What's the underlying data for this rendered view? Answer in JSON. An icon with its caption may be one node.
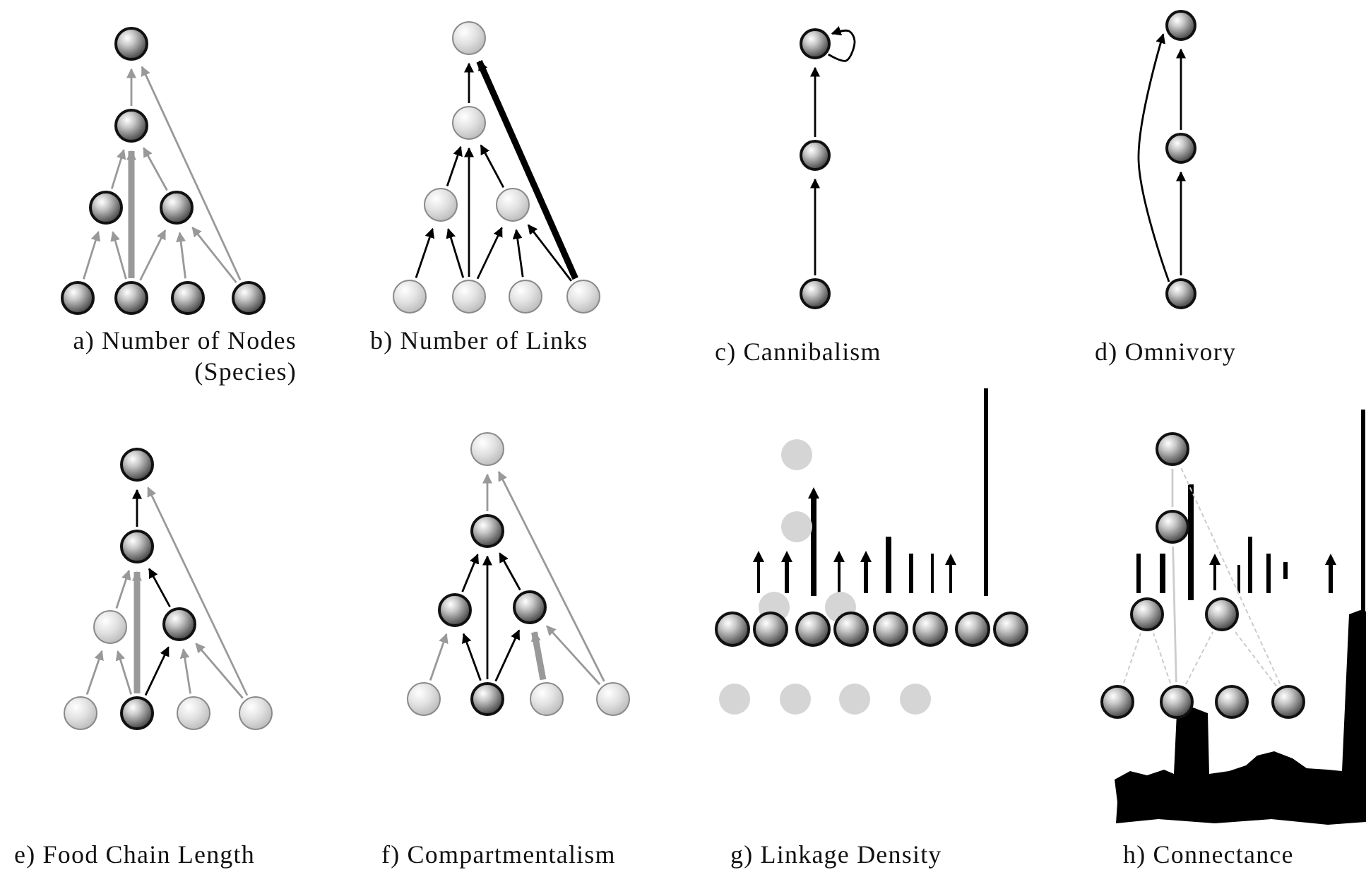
{
  "diagram": {
    "nodes": [
      {
        "text": [],
        "shape": "circle"
      },
      {
        "text": [],
        "shape": "circle"
      },
      {
        "text": [],
        "shape": "circle"
      },
      {
        "text": [],
        "shape": "circle"
      },
      {
        "text": [],
        "shape": "circle"
      },
      {
        "text": [],
        "shape": "circle"
      },
      {
        "text": [],
        "shape": "circle"
      },
      {
        "text": [],
        "shape": "circle"
      },
      {
        "text": [],
        "shape": "circle"
      },
      {
        "text": [],
        "shape": "circle"
      },
      {
        "text": [],
        "shape": "circle"
      },
      {
        "text": [],
        "shape": "circle"
      },
      {
        "text": [],
        "shape": "circle"
      },
      {
        "text": [],
        "shape": "circle"
      },
      {
        "text": [],
        "shape": "circle"
      },
      {
        "text": [],
        "shape": "circle"
      },
      {
        "text": [],
        "shape": "circle"
      },
      {
        "text": [],
        "shape": "circle"
      },
      {
        "text": [],
        "shape": "circle"
      },
      {
        "text": [],
        "shape": "circle"
      },
      {
        "text": [],
        "shape": "circle"
      },
      {
        "text": [],
        "shape": "circle"
      },
      {
        "text": [],
        "shape": "circle"
      },
      {
        "text": [],
        "shape": "circle"
      },
      {
        "text": [],
        "shape": "circle"
      },
      {
        "text": [],
        "shape": "circle"
      },
      {
        "text": [],
        "shape": "circle"
      },
      {
        "text": [],
        "shape": "circle"
      },
      {
        "text": [],
        "shape": "circle"
      },
      {
        "text": [],
        "shape": "circle"
      },
      {
        "text": [],
        "shape": "circle"
      },
      {
        "text": [],
        "shape": "circle"
      },
      {
        "text": [],
        "shape": "circle"
      },
      {
        "text": [],
        "shape": "circle"
      },
      {
        "text": [],
        "shape": "circle"
      },
      {
        "text": [],
        "shape": "circle"
      },
      {
        "text": [],
        "shape": "circle"
      },
      {
        "text": [],
        "shape": "circle"
      },
      {
        "text": [],
        "shape": "circle"
      },
      {
        "text": [],
        "shape": "circle"
      },
      {
        "text": [],
        "shape": "circle"
      },
      {
        "text": [],
        "shape": "circle"
      },
      {
        "text": [],
        "shape": "circle"
      },
      {
        "text": [],
        "shape": "circle"
      },
      {
        "text": [],
        "shape": "circle"
      },
      {
        "text": [],
        "shape": "circle"
      },
      {
        "text": [],
        "shape": "circle"
      },
      {
        "text": [],
        "shape": "circle"
      },
      {
        "text": [],
        "shape": "circle"
      },
      {
        "text": [],
        "shape": "circle"
      },
      {
        "text": [],
        "shape": "circle"
      },
      {
        "text": [],
        "shape": "circle"
      },
      {
        "text": [],
        "shape": "circle"
      },
      {
        "text": [],
        "shape": "circle"
      },
      {
        "text": [],
        "shape": "circle"
      },
      {
        "text": [],
        "shape": "circle"
      },
      {
        "text": [],
        "shape": "circle"
      },
      {
        "text": [],
        "shape": "circle"
      },
      {
        "text": [],
        "shape": "circle"
      },
      {
        "text": [],
        "shape": "circle"
      },
      {
        "text": [],
        "shape": "circle"
      },
      {
        "text": [],
        "shape": "circle"
      }
    ],
    "edges": [
      {
        "from": 4,
        "to": 2,
        "arrow": "to",
        "color": "#999999"
      },
      {
        "from": 5,
        "to": 2,
        "arrow": "to",
        "color": "#999999"
      },
      {
        "from": 5,
        "to": 1,
        "arrow": "to",
        "color": "#999999",
        "style": "thick"
      },
      {
        "from": 5,
        "to": 3,
        "arrow": "to",
        "color": "#999999"
      },
      {
        "from": 6,
        "to": 3,
        "arrow": "to",
        "color": "#999999"
      },
      {
        "from": 7,
        "to": 3,
        "arrow": "to",
        "color": "#999999"
      },
      {
        "from": 7,
        "to": 0,
        "arrow": "to",
        "color": "#999999"
      },
      {
        "from": 2,
        "to": 1,
        "arrow": "to",
        "color": "#999999"
      },
      {
        "from": 3,
        "to": 1,
        "arrow": "to",
        "color": "#999999"
      },
      {
        "from": 1,
        "to": 0,
        "arrow": "to",
        "color": "#999999"
      },
      {
        "from": 12,
        "to": 10,
        "arrow": "to"
      },
      {
        "from": 13,
        "to": 10,
        "arrow": "to"
      },
      {
        "from": 13,
        "to": 9,
        "arrow": "to"
      },
      {
        "from": 13,
        "to": 11,
        "arrow": "to"
      },
      {
        "from": 14,
        "to": 11,
        "arrow": "to"
      },
      {
        "from": 15,
        "to": 11,
        "arrow": "to"
      },
      {
        "from": 15,
        "to": 8,
        "arrow": "to",
        "style": "thick"
      },
      {
        "from": 10,
        "to": 9,
        "arrow": "to"
      },
      {
        "from": 11,
        "to": 9,
        "arrow": "to"
      },
      {
        "from": 9,
        "to": 8,
        "arrow": "to"
      },
      {
        "from": 18,
        "to": 17,
        "arrow": "to"
      },
      {
        "from": 17,
        "to": 16,
        "arrow": "to"
      },
      {
        "from": 16,
        "to": 16,
        "arrow": "to"
      },
      {
        "from": 21,
        "to": 20,
        "arrow": "to"
      },
      {
        "from": 20,
        "to": 19,
        "arrow": "to"
      },
      {
        "from": 21,
        "to": 19,
        "arrow": "to"
      },
      {
        "from": 26,
        "to": 24,
        "arrow": "to",
        "color": "#999999"
      },
      {
        "from": 27,
        "to": 24,
        "arrow": "to",
        "color": "#999999"
      },
      {
        "from": 27,
        "to": 23,
        "arrow": "to",
        "color": "#999999",
        "style": "thick"
      },
      {
        "from": 27,
        "to": 25,
        "arrow": "to"
      },
      {
        "from": 28,
        "to": 25,
        "arrow": "to",
        "color": "#999999"
      },
      {
        "from": 29,
        "to": 25,
        "arrow": "to",
        "color": "#999999"
      },
      {
        "from": 29,
        "to": 22,
        "arrow": "to",
        "color": "#999999"
      },
      {
        "from": 24,
        "to": 23,
        "arrow": "to",
        "color": "#999999"
      },
      {
        "from": 25,
        "to": 23,
        "arrow": "to"
      },
      {
        "from": 23,
        "to": 22,
        "arrow": "to"
      },
      {
        "from": 34,
        "to": 32,
        "arrow": "to",
        "color": "#999999"
      },
      {
        "from": 35,
        "to": 32,
        "arrow": "to"
      },
      {
        "from": 35,
        "to": 31,
        "arrow": "to"
      },
      {
        "from": 35,
        "to": 33,
        "arrow": "to"
      },
      {
        "from": 36,
        "to": 33,
        "arrow": "to",
        "color": "#999999",
        "style": "thick"
      },
      {
        "from": 37,
        "to": 33,
        "arrow": "to",
        "color": "#999999"
      },
      {
        "from": 37,
        "to": 30,
        "arrow": "to",
        "color": "#999999"
      },
      {
        "from": 32,
        "to": 31,
        "arrow": "to"
      },
      {
        "from": 33,
        "to": 31,
        "arrow": "to"
      },
      {
        "from": 31,
        "to": 30,
        "arrow": "to",
        "color": "#999999"
      },
      {
        "from": 58,
        "to": 56,
        "arrow": "none",
        "color": "#cccccc",
        "style": "dashed"
      },
      {
        "from": 59,
        "to": 56,
        "arrow": "none",
        "color": "#cccccc",
        "style": "dashed"
      },
      {
        "from": 59,
        "to": 55,
        "arrow": "none",
        "color": "#cccccc"
      },
      {
        "from": 59,
        "to": 57,
        "arrow": "none",
        "color": "#cccccc",
        "style": "dashed"
      },
      {
        "from": 61,
        "to": 57,
        "arrow": "none",
        "color": "#cccccc",
        "style": "dashed"
      },
      {
        "from": 61,
        "to": 54,
        "arrow": "none",
        "color": "#cccccc",
        "style": "dashed"
      },
      {
        "from": 55,
        "to": 54,
        "arrow": "none",
        "color": "#cccccc"
      }
    ],
    "labels": [
      "a) Number of Nodes (Species)",
      "b) Number of Links",
      "c) Cannibalism",
      "d) Omnivory",
      "e) Food Chain Length",
      "f) Compartmentalism",
      "g) Linkage Density",
      "h) Connectance"
    ]
  }
}
